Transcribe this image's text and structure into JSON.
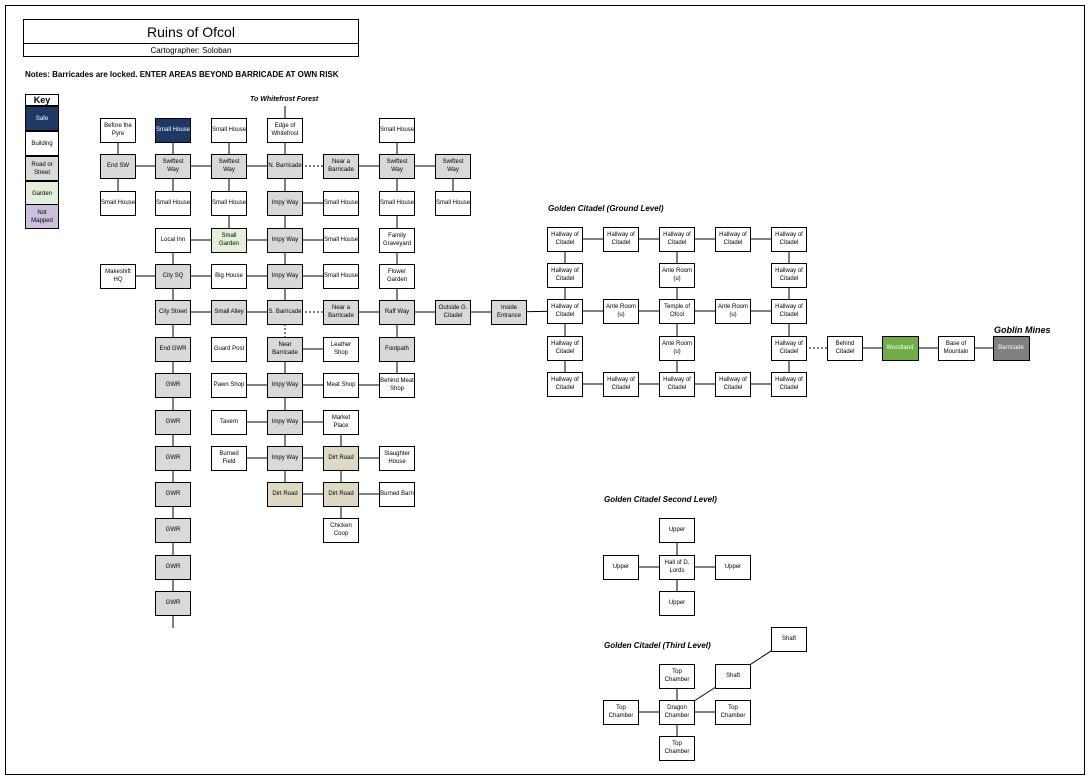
{
  "header": {
    "title": "Ruins of Ofcol",
    "subtitle": "Cartographer: Soloban"
  },
  "notes": "Notes: Barricades are locked.  ENTER AREAS BEYOND BARRICADE AT OWN RISK",
  "key": {
    "title": "Key",
    "items": [
      {
        "label": "Safe",
        "type": "safe"
      },
      {
        "label": "Building",
        "type": "building"
      },
      {
        "label": "Road or Street",
        "type": "road"
      },
      {
        "label": "Garden",
        "type": "garden"
      },
      {
        "label": "Not Mapped",
        "type": "notmapped"
      }
    ]
  },
  "colors": {
    "safe": "#1f3864",
    "building": "#ffffff",
    "road": "#d9d9d9",
    "garden": "#e2efda",
    "notmapped": "#ccc0da",
    "dirt": "#ddd9c4",
    "woodland": "#70ad47",
    "barricade": "#808080"
  },
  "labels": [
    {
      "id": "to-whitefrost",
      "text": "To Whitefrost Forest"
    },
    {
      "id": "gc-ground",
      "text": "Golden Citadel (Ground Level)"
    },
    {
      "id": "goblin-mines",
      "text": "Goblin Mines"
    },
    {
      "id": "gc-second",
      "text": "Golden Citadel Second Level)"
    },
    {
      "id": "gc-third",
      "text": "Golden Citadel (Third Level)"
    }
  ],
  "nodes": [
    {
      "id": "before-the-pyre",
      "text": "Before the Pyre",
      "type": "building"
    },
    {
      "id": "small-house-safe",
      "text": "Small House",
      "type": "safe"
    },
    {
      "id": "small-house-c3r1",
      "text": "Small House",
      "type": "building"
    },
    {
      "id": "edge-of-whitefrost",
      "text": "Edge of Whitefrost",
      "type": "building"
    },
    {
      "id": "small-house-c6r1",
      "text": "Small House",
      "type": "building"
    },
    {
      "id": "end-sw",
      "text": "End SW",
      "type": "road"
    },
    {
      "id": "swiftest-way-1",
      "text": "Swiftest Way",
      "type": "road"
    },
    {
      "id": "swiftest-way-2",
      "text": "Swiftest Way",
      "type": "road"
    },
    {
      "id": "n-barricade",
      "text": "N. Barricade",
      "type": "road"
    },
    {
      "id": "near-barricade-n",
      "text": "Near a Barricade",
      "type": "road"
    },
    {
      "id": "swiftest-way-3",
      "text": "Swiftest Way",
      "type": "road"
    },
    {
      "id": "swiftest-way-4",
      "text": "Swiftest Way",
      "type": "road"
    },
    {
      "id": "small-house-c1r3",
      "text": "Small House",
      "type": "building"
    },
    {
      "id": "small-house-c2r3",
      "text": "Small House",
      "type": "building"
    },
    {
      "id": "small-house-c3r3",
      "text": "Small House",
      "type": "building"
    },
    {
      "id": "impy-way-1",
      "text": "Impy Way",
      "type": "road"
    },
    {
      "id": "small-house-c5r3",
      "text": "Small House",
      "type": "building"
    },
    {
      "id": "small-house-c6r3",
      "text": "Small House",
      "type": "building"
    },
    {
      "id": "small-house-c7r3",
      "text": "Small House",
      "type": "building"
    },
    {
      "id": "local-inn",
      "text": "Local Inn",
      "type": "building"
    },
    {
      "id": "small-garden",
      "text": "Small Garden",
      "type": "garden"
    },
    {
      "id": "impy-way-2",
      "text": "Impy Way",
      "type": "road"
    },
    {
      "id": "small-house-c5r4",
      "text": "Small House",
      "type": "building"
    },
    {
      "id": "family-graveyard",
      "text": "Family Graveyard",
      "type": "building"
    },
    {
      "id": "makeshift-hq",
      "text": "Makeshift HQ",
      "type": "building"
    },
    {
      "id": "city-sq",
      "text": "City SQ",
      "type": "road"
    },
    {
      "id": "big-house",
      "text": "Big House",
      "type": "building"
    },
    {
      "id": "impy-way-3",
      "text": "Impy Way",
      "type": "road"
    },
    {
      "id": "small-house-c5r5",
      "text": "Small House",
      "type": "building"
    },
    {
      "id": "flower-garden",
      "text": "Flower Garden",
      "type": "building"
    },
    {
      "id": "city-street",
      "text": "City Street",
      "type": "road"
    },
    {
      "id": "small-alley",
      "text": "Small Alley",
      "type": "road"
    },
    {
      "id": "s-barricade",
      "text": "S. Barricade",
      "type": "road"
    },
    {
      "id": "near-barricade-s",
      "text": "Near a Barricade",
      "type": "road"
    },
    {
      "id": "raff-way",
      "text": "Raff Way",
      "type": "road"
    },
    {
      "id": "outside-g-citadel",
      "text": "Outside G. Citadel",
      "type": "road"
    },
    {
      "id": "inside-entrance",
      "text": "Inside Entrance",
      "type": "road"
    },
    {
      "id": "end-gwr",
      "text": "End GWR",
      "type": "road"
    },
    {
      "id": "guard-post",
      "text": "Guard Post",
      "type": "building"
    },
    {
      "id": "near-barricade-s2",
      "text": "Near Barricade",
      "type": "road"
    },
    {
      "id": "leather-shop",
      "text": "Leather Shop",
      "type": "building"
    },
    {
      "id": "footpath",
      "text": "Footpath",
      "type": "road"
    },
    {
      "id": "gwr-1",
      "text": "GWR",
      "type": "road"
    },
    {
      "id": "pawn-shop",
      "text": "Pawn Shop",
      "type": "building"
    },
    {
      "id": "impy-way-4",
      "text": "Impy Way",
      "type": "road"
    },
    {
      "id": "meat-shop",
      "text": "Meat Shop",
      "type": "building"
    },
    {
      "id": "behind-meat-shop",
      "text": "Behind Meat Shop",
      "type": "building"
    },
    {
      "id": "gwr-2",
      "text": "GWR",
      "type": "road"
    },
    {
      "id": "tavern",
      "text": "Tavern",
      "type": "building"
    },
    {
      "id": "impy-way-5",
      "text": "Impy Way",
      "type": "road"
    },
    {
      "id": "market-place",
      "text": "Market Place",
      "type": "building"
    },
    {
      "id": "gwr-3",
      "text": "GWR",
      "type": "road"
    },
    {
      "id": "burned-field",
      "text": "Burned Field",
      "type": "building"
    },
    {
      "id": "impy-way-6",
      "text": "Impy Way",
      "type": "road"
    },
    {
      "id": "dirt-road-1",
      "text": "Dirt Road",
      "type": "dirt"
    },
    {
      "id": "slaughter-house",
      "text": "Slaughter House",
      "type": "building"
    },
    {
      "id": "gwr-4",
      "text": "GWR",
      "type": "road"
    },
    {
      "id": "dirt-road-2",
      "text": "Dirt Road",
      "type": "dirt"
    },
    {
      "id": "dirt-road-3",
      "text": "Dirt Road",
      "type": "dirt"
    },
    {
      "id": "burned-barn",
      "text": "Burned Barn",
      "type": "building"
    },
    {
      "id": "gwr-5",
      "text": "GWR",
      "type": "road"
    },
    {
      "id": "chicken-coop",
      "text": "Chicken Coop",
      "type": "building"
    },
    {
      "id": "gwr-6",
      "text": "GWR",
      "type": "road"
    },
    {
      "id": "gwr-7",
      "text": "GWR",
      "type": "road"
    },
    {
      "id": "hallway-r1c1",
      "text": "Hallway of Citadel",
      "type": "building"
    },
    {
      "id": "hallway-r1c2",
      "text": "Hallway of Citadel",
      "type": "building"
    },
    {
      "id": "hallway-r1c3",
      "text": "Hallway of Citadel",
      "type": "building"
    },
    {
      "id": "hallway-r1c4",
      "text": "Hallway of Citadel",
      "type": "building"
    },
    {
      "id": "hallway-r1c5",
      "text": "Hallway of Citadel",
      "type": "building"
    },
    {
      "id": "hallway-r2c1",
      "text": "Hallway of Citadel",
      "type": "building"
    },
    {
      "id": "ante-room-r2",
      "text": "Ante Room (u)",
      "type": "building"
    },
    {
      "id": "hallway-r2c5",
      "text": "Hallway of Citadel",
      "type": "building"
    },
    {
      "id": "hallway-r3c1",
      "text": "Hallway of Citadel",
      "type": "building"
    },
    {
      "id": "ante-room-r3c2",
      "text": "Ante Room (u)",
      "type": "building"
    },
    {
      "id": "temple-of-ofcol",
      "text": "Temple of Ofcol",
      "type": "building"
    },
    {
      "id": "ante-room-r3c4",
      "text": "Ante Room (u)",
      "type": "building"
    },
    {
      "id": "hallway-r3c5",
      "text": "Hallway of Citadel",
      "type": "building"
    },
    {
      "id": "hallway-r4c1",
      "text": "Hallway of Citadel",
      "type": "building"
    },
    {
      "id": "ante-room-r4",
      "text": "Ante Room (u)",
      "type": "building"
    },
    {
      "id": "hallway-r4c5",
      "text": "Hallway of Citadel",
      "type": "building"
    },
    {
      "id": "behind-citadel",
      "text": "Behind Citadel",
      "type": "building"
    },
    {
      "id": "woodland",
      "text": "Woodland",
      "type": "woodland"
    },
    {
      "id": "base-of-mountain",
      "text": "Base of Mountain",
      "type": "building"
    },
    {
      "id": "barricade",
      "text": "Barricade",
      "type": "barricade"
    },
    {
      "id": "hallway-r5c1",
      "text": "Hallway of Citadel",
      "type": "building"
    },
    {
      "id": "hallway-r5c2",
      "text": "Hallway of Citadel",
      "type": "building"
    },
    {
      "id": "hallway-r5c3",
      "text": "Hallway of Citadel",
      "type": "building"
    },
    {
      "id": "hallway-r5c4",
      "text": "Hallway of Citadel",
      "type": "building"
    },
    {
      "id": "hallway-r5c5",
      "text": "Hallway of Citadel",
      "type": "building"
    },
    {
      "id": "upper-top",
      "text": "Upper",
      "type": "building"
    },
    {
      "id": "upper-left",
      "text": "Upper",
      "type": "building"
    },
    {
      "id": "hall-of-d-lords",
      "text": "Hall of D. Lords",
      "type": "building"
    },
    {
      "id": "upper-right",
      "text": "Upper",
      "type": "building"
    },
    {
      "id": "upper-bottom",
      "text": "Upper",
      "type": "building"
    },
    {
      "id": "shaft-top",
      "text": "Shaft",
      "type": "building"
    },
    {
      "id": "top-chamber-top",
      "text": "Top Chamber",
      "type": "building"
    },
    {
      "id": "shaft-mid",
      "text": "Shaft",
      "type": "building"
    },
    {
      "id": "top-chamber-left",
      "text": "Top Chamber",
      "type": "building"
    },
    {
      "id": "dragon-chamber",
      "text": "Dragon Chamber",
      "type": "building"
    },
    {
      "id": "top-chamber-right",
      "text": "Top Chamber",
      "type": "building"
    },
    {
      "id": "top-chamber-bottom",
      "text": "Top Chamber",
      "type": "building"
    }
  ]
}
